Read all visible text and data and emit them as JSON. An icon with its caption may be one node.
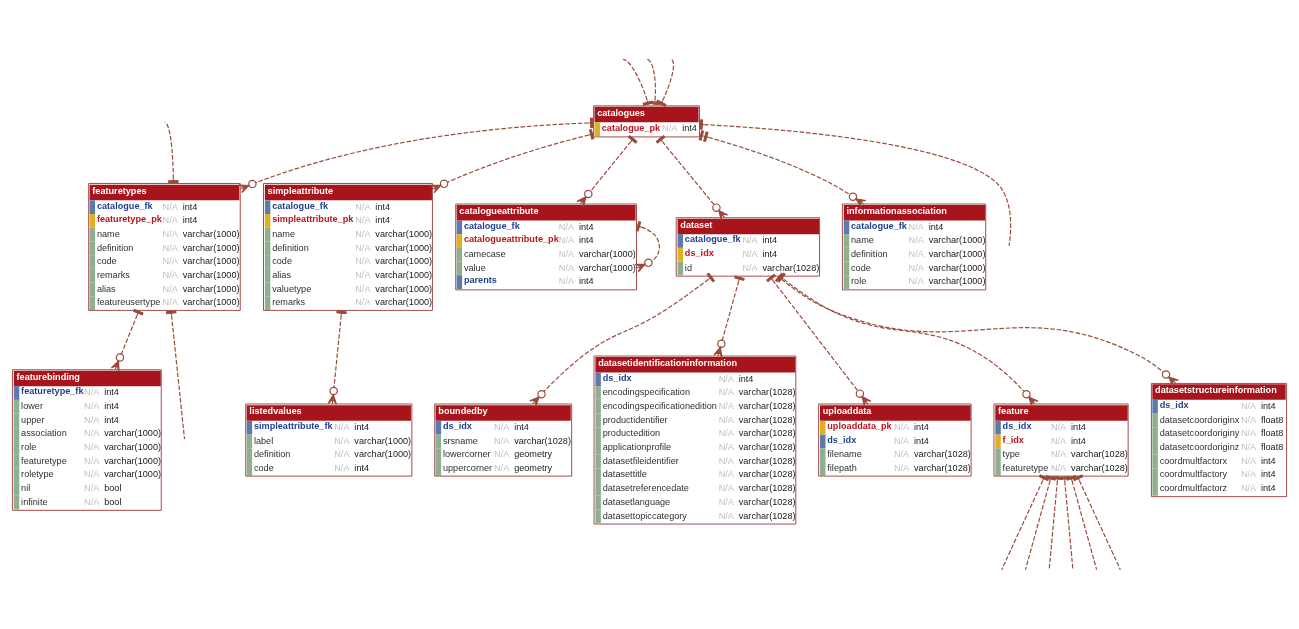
{
  "diagram": {
    "nodes": [
      {
        "text": [
          "featurebinding",
          "featuretype_fk",
          "N/A",
          "int4",
          "lower",
          "N/A",
          "int4",
          "upper",
          "N/A",
          "int4",
          "association",
          "N/A",
          "varchar(1000)",
          "role",
          "N/A",
          "varchar(1000)",
          "featuretype",
          "N/A",
          "varchar(1000)",
          "roletype",
          "N/A",
          "varchar(1000)",
          "nil",
          "N/A",
          "bool",
          "infinite",
          "N/A",
          "bool"
        ]
      },
      {
        "text": [
          "featuretypes",
          "catalogue_fk",
          "N/A",
          "int4",
          "featuretype_pk",
          "N/A",
          "int4",
          "name",
          "N/A",
          "varchar(1000)",
          "definition",
          "N/A",
          "varchar(1000)",
          "code",
          "N/A",
          "varchar(1000)",
          "remarks",
          "N/A",
          "varchar(1000)",
          "alias",
          "N/A",
          "varchar(1000)",
          "featureusertype",
          "N/A",
          "varchar(1000)"
        ]
      },
      {
        "text": [
          "catalogues",
          "catalogue_pk",
          "N/A",
          "int4"
        ]
      },
      {
        "text": [
          "simpleattribute",
          "catalogue_fk",
          "N/A",
          "int4",
          "simpleattribute_pk",
          "N/A",
          "int4",
          "name",
          "N/A",
          "varchar(1000)",
          "definition",
          "N/A",
          "varchar(1000)",
          "code",
          "N/A",
          "varchar(1000)",
          "alias",
          "N/A",
          "varchar(1000)",
          "valuetype",
          "N/A",
          "varchar(1000)",
          "remarks",
          "N/A",
          "varchar(1000)"
        ]
      },
      {
        "text": [
          "listedvalues",
          "simpleattribute_fk",
          "N/A",
          "int4",
          "label",
          "N/A",
          "varchar(1000)",
          "definition",
          "N/A",
          "varchar(1000)",
          "code",
          "N/A",
          "int4"
        ]
      },
      {
        "text": [
          "catalogueattribute",
          "catalogue_fk",
          "N/A",
          "int4",
          "catalogueattribute_pk",
          "N/A",
          "int4",
          "camecase",
          "N/A",
          "varchar(1000)",
          "value",
          "N/A",
          "varchar(1000)",
          "parents",
          "N/A",
          "int4"
        ]
      },
      {
        "text": [
          "boundedby",
          "ds_idx",
          "N/A",
          "int4",
          "srsname",
          "N/A",
          "varchar(1028)",
          "lowercorner",
          "N/A",
          "geometry",
          "uppercorner",
          "N/A",
          "geometry"
        ]
      },
      {
        "text": [
          "dataset",
          "catalogue_fk",
          "N/A",
          "int4",
          "ds_idx",
          "N/A",
          "int4",
          "id",
          "N/A",
          "varchar(1028)"
        ]
      },
      {
        "text": [
          "datasetidentificationinformation",
          "ds_idx",
          "N/A",
          "int4",
          "encodingspecification",
          "N/A",
          "varchar(1028)",
          "encodingspecificationedition",
          "N/A",
          "varchar(1028)",
          "productidentifier",
          "N/A",
          "varchar(1028)",
          "productedition",
          "N/A",
          "varchar(1028)",
          "applicationprofile",
          "N/A",
          "varchar(1028)",
          "datasetfileidentifier",
          "N/A",
          "varchar(1028)",
          "datasettitle",
          "N/A",
          "varchar(1028)",
          "datasetreferencedate",
          "N/A",
          "varchar(1028)",
          "datasetlanguage",
          "N/A",
          "varchar(1028)",
          "datasettopiccategory",
          "N/A",
          "varchar(1028)"
        ]
      },
      {
        "text": [
          "informationassociation",
          "catalogue_fk",
          "N/A",
          "int4",
          "name",
          "N/A",
          "varchar(1000)",
          "definition",
          "N/A",
          "varchar(1000)",
          "code",
          "N/A",
          "varchar(1000)",
          "role",
          "N/A",
          "varchar(1000)"
        ]
      },
      {
        "text": [
          "uploaddata",
          "uploaddata_pk",
          "N/A",
          "int4",
          "ds_idx",
          "N/A",
          "int4",
          "filename",
          "N/A",
          "varchar(1028)",
          "filepath",
          "N/A",
          "varchar(1028)"
        ]
      },
      {
        "text": [
          "feature",
          "ds_idx",
          "N/A",
          "int4",
          "f_idx",
          "N/A",
          "int4",
          "type",
          "N/A",
          "varchar(1028)",
          "featuretype",
          "N/A",
          "varchar(1028)"
        ]
      },
      {
        "text": [
          "datasetstructureinformation",
          "ds_idx",
          "N/A",
          "int4",
          "datasetcoordoriginx",
          "N/A",
          "float8",
          "datasetcoordoriginy",
          "N/A",
          "float8",
          "datasetcoordoriginz",
          "N/A",
          "float8",
          "coordmultfactorx",
          "N/A",
          "int4",
          "coordmultfactory",
          "N/A",
          "int4",
          "coordmultfactorz",
          "N/A",
          "int4"
        ]
      }
    ],
    "edges": [
      {
        "from": 1,
        "to": 0,
        "arrow": "other",
        "style": "dashed"
      },
      {
        "from": null,
        "to": 1,
        "arrow": "other",
        "style": "dashed"
      },
      {
        "from": null,
        "to": 1,
        "arrow": "other",
        "style": "dashed"
      },
      {
        "from": 2,
        "to": 1,
        "arrow": "other",
        "style": "dashed"
      },
      {
        "from": null,
        "to": 2,
        "arrow": "other",
        "style": "dashed"
      },
      {
        "from": null,
        "to": 2,
        "arrow": "other",
        "style": "dashed"
      },
      {
        "from": null,
        "to": 2,
        "arrow": "other",
        "style": "dashed"
      },
      {
        "from": 2,
        "to": 3,
        "arrow": "other",
        "style": "dashed"
      },
      {
        "from": 3,
        "to": 4,
        "arrow": "other",
        "style": "dashed"
      },
      {
        "from": null,
        "to": 2,
        "arrow": "other",
        "style": "dashed"
      },
      {
        "from": 2,
        "to": 5,
        "arrow": "other",
        "style": "dashed"
      },
      {
        "from": 5,
        "to": 5,
        "arrow": "other",
        "style": "dashed"
      },
      {
        "from": 2,
        "to": 7,
        "arrow": "other",
        "style": "dashed"
      },
      {
        "from": 2,
        "to": 9,
        "arrow": "other",
        "style": "dashed"
      },
      {
        "from": 7,
        "to": 6,
        "arrow": "other",
        "style": "dashed"
      },
      {
        "from": 7,
        "to": 8,
        "arrow": "other",
        "style": "dashed"
      },
      {
        "from": 7,
        "to": 10,
        "arrow": "other",
        "style": "dashed"
      },
      {
        "from": 7,
        "to": 11,
        "arrow": "other",
        "style": "dashed"
      },
      {
        "from": 7,
        "to": 12,
        "arrow": "other",
        "style": "dashed"
      },
      {
        "from": null,
        "to": 11,
        "arrow": "other",
        "style": "dashed"
      },
      {
        "from": null,
        "to": 11,
        "arrow": "other",
        "style": "dashed"
      },
      {
        "from": null,
        "to": 11,
        "arrow": "other",
        "style": "dashed"
      },
      {
        "from": null,
        "to": 11,
        "arrow": "other",
        "style": "dashed"
      },
      {
        "from": null,
        "to": 11,
        "arrow": "other",
        "style": "dashed"
      },
      {
        "from": null,
        "to": 11,
        "arrow": "other",
        "style": "dashed"
      }
    ]
  }
}
